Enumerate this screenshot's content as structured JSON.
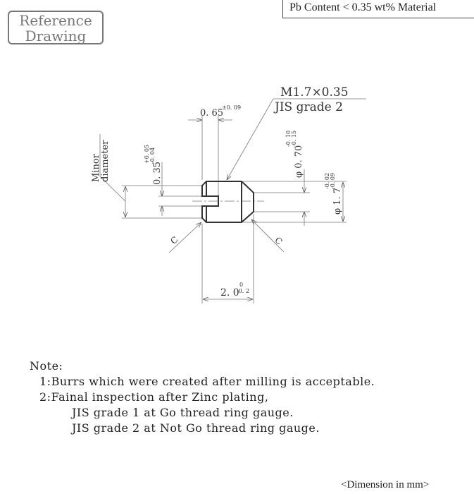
{
  "stamp": {
    "line1": "Reference",
    "line2": "Drawing"
  },
  "material_box": "Pb Content < 0.35 wt% Material",
  "drawing": {
    "thread_spec": "M1.7×0.35",
    "thread_grade": "JIS grade 2",
    "slot_width": {
      "value": "0. 65",
      "tol": "±0. 09"
    },
    "minor_diameter_label": {
      "line1": "Minor",
      "line2": "diameter"
    },
    "slot_depth": {
      "value": "0. 35",
      "tol_upper": "+0. 05",
      "tol_lower": "-0. 04"
    },
    "tip_diameter": {
      "value": "φ 0. 70",
      "tol_upper": "-0. 10",
      "tol_lower": "-0. 15"
    },
    "outer_diameter": {
      "value": "φ 1. 7",
      "tol_upper": "-0. 02",
      "tol_lower": "-0. 09"
    },
    "length": {
      "value": "2. 0",
      "tol_upper": "0",
      "tol_lower": "-0. 2"
    },
    "chamfer_left": "C",
    "chamfer_right": "C"
  },
  "notes": {
    "title": "Note:",
    "items": [
      "1:Burrs which were created after milling is acceptable.",
      "2:Fainal inspection after Zinc plating,",
      "JIS grade 1 at Go thread ring gauge.",
      "JIS grade 2 at Not Go thread ring gauge."
    ]
  },
  "unit_note": "<Dimension in mm>"
}
